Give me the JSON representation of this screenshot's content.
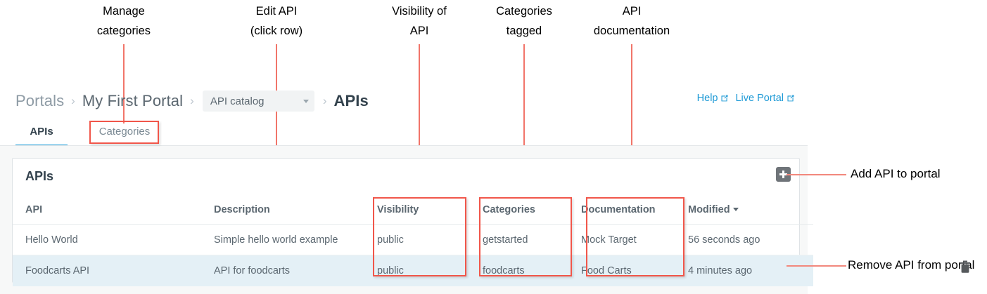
{
  "annotations": {
    "top": [
      {
        "text": "Manage\ncategories",
        "target": "categories-tab"
      },
      {
        "text": "Edit API\n(click row)",
        "target": "table-row"
      },
      {
        "text": "Visibility of\nAPI",
        "target": "visibility-column"
      },
      {
        "text": "Categories\ntagged",
        "target": "categories-column"
      },
      {
        "text": "API\ndocumentation",
        "target": "documentation-column"
      }
    ],
    "side": [
      {
        "text": "Add API to portal",
        "target": "add-api-button"
      },
      {
        "text": "Remove API from portal",
        "target": "remove-api-button"
      }
    ],
    "highlight_color": "#f1564a",
    "line_color": "#f1756a"
  },
  "breadcrumb": {
    "items": [
      {
        "label": "Portals",
        "type": "link"
      },
      {
        "label": "My First Portal",
        "type": "link"
      },
      {
        "label": "API catalog",
        "type": "select"
      },
      {
        "label": "APIs",
        "type": "current"
      }
    ],
    "separator": "›"
  },
  "top_links": [
    {
      "label": "Help",
      "icon": "external-link-icon"
    },
    {
      "label": "Live Portal",
      "icon": "external-link-icon"
    }
  ],
  "tabs": [
    {
      "label": "APIs",
      "active": true
    },
    {
      "label": "Categories",
      "active": false
    }
  ],
  "card": {
    "title": "APIs",
    "add_button_icon": "plus-icon",
    "remove_button_icon": "trash-icon",
    "columns": [
      {
        "key": "api",
        "label": "API"
      },
      {
        "key": "description",
        "label": "Description"
      },
      {
        "key": "visibility",
        "label": "Visibility"
      },
      {
        "key": "categories",
        "label": "Categories"
      },
      {
        "key": "documentation",
        "label": "Documentation"
      },
      {
        "key": "modified",
        "label": "Modified",
        "sorted": true,
        "sort_caret": "▾"
      }
    ],
    "rows": [
      {
        "api": "Hello World",
        "description": "Simple hello world example",
        "visibility": "public",
        "categories": "getstarted",
        "documentation": "Mock Target",
        "modified": "56 seconds ago",
        "selected": false
      },
      {
        "api": "Foodcarts API",
        "description": "API for foodcarts",
        "visibility": "public",
        "categories": "foodcarts",
        "documentation": "Food Carts",
        "modified": "4 minutes ago",
        "selected": true
      }
    ]
  },
  "colors": {
    "accent_blue": "#1b9bd8",
    "link_blue": "#1e9ad6",
    "selected_row": "#e4f0f6",
    "annotation_red": "#f1564a",
    "text_dark": "#33424d",
    "text_muted": "#5b6770"
  }
}
